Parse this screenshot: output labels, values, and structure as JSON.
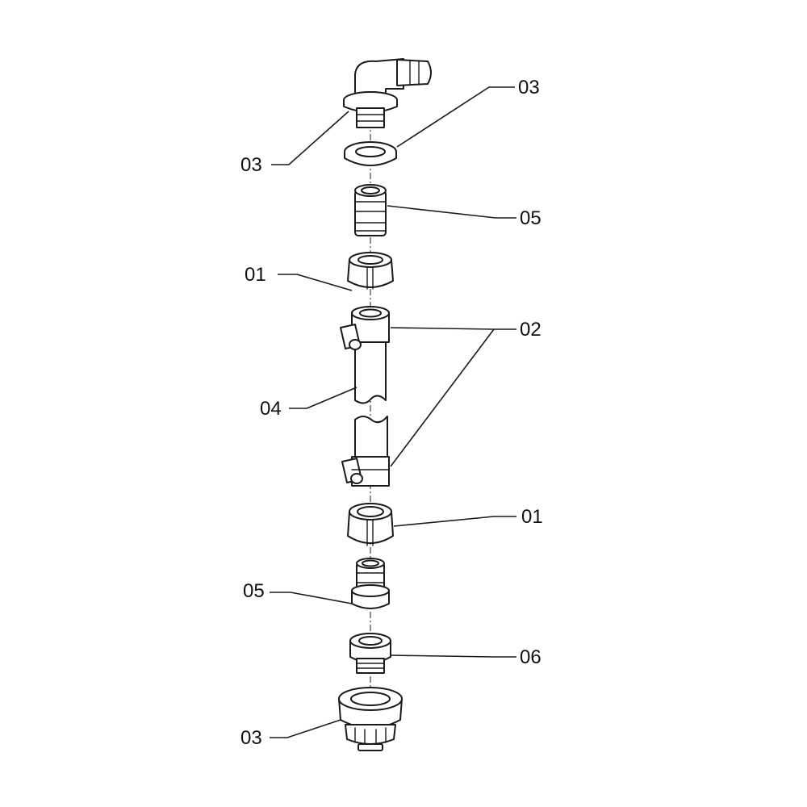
{
  "callouts": {
    "c1": "03",
    "c2": "03",
    "c3": "05",
    "c4": "01",
    "c5": "02",
    "c6": "04",
    "c7": "01",
    "c8": "05",
    "c9": "06",
    "c10": "03"
  },
  "colors": {
    "line": "#1a1a1a",
    "background": "#ffffff"
  }
}
